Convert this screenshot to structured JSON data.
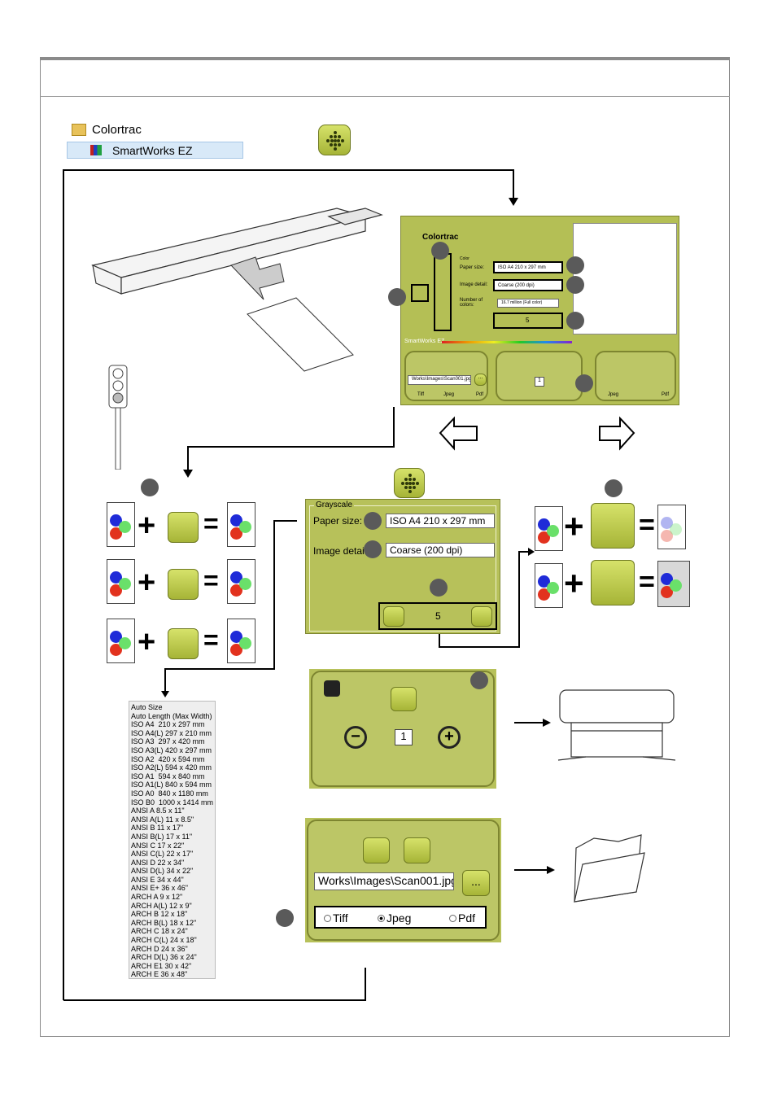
{
  "menu": {
    "folder_label": "Colortrac",
    "app_label": "SmartWorks EZ"
  },
  "app": {
    "brand": "Colortrac",
    "brand_sub": "",
    "product_name": "SmartWorks EZ",
    "color_heading": "Color",
    "paper_size_label": "Paper size:",
    "paper_size_value": "ISO A4  210 x 297 mm",
    "image_detail_label": "Image detail:",
    "image_detail_value": "Coarse (200 dpi)",
    "num_colors_label": "Number of colors:",
    "num_colors_value": "16.7 million (Full color)",
    "brightness_value": "5",
    "file_path": "Works\\Images\\Scan001.jpg",
    "browse": "...",
    "fmt_tiff": "Tiff",
    "fmt_jpeg": "Jpeg",
    "fmt_pdf": "Pdf",
    "copies_value": "1",
    "fmt_jpeg_right": "Jpeg",
    "fmt_pdf_right": "Pdf"
  },
  "grayscale": {
    "heading": "Grayscale",
    "paper_size_label": "Paper size:",
    "paper_size_value": "ISO A4  210 x 297 mm",
    "image_detail_label": "Image detail:",
    "image_detail_value": "Coarse (200 dpi)",
    "brightness_value": "5"
  },
  "copy_panel": {
    "copies_value": "1"
  },
  "file_panel": {
    "file_path": "Works\\Images\\Scan001.jpg",
    "browse": "...",
    "fmt_tiff": "Tiff",
    "fmt_jpeg": "Jpeg",
    "fmt_pdf": "Pdf"
  },
  "paper_list": [
    "Auto Size",
    "Auto Length (Max Width)",
    "ISO A4  210 x 297 mm",
    "ISO A4(L) 297 x 210 mm",
    "ISO A3  297 x 420 mm",
    "ISO A3(L) 420 x 297 mm",
    "ISO A2  420 x 594 mm",
    "ISO A2(L) 594 x 420 mm",
    "ISO A1  594 x 840 mm",
    "ISO A1(L) 840 x 594 mm",
    "ISO A0  840 x 1180 mm",
    "ISO B0  1000 x 1414 mm",
    "ANSI A 8.5 x 11\"",
    "ANSI A(L) 11 x 8.5\"",
    "ANSI B 11 x 17\"",
    "ANSI B(L) 17 x 11\"",
    "ANSI C 17 x 22\"",
    "ANSI C(L) 22 x 17\"",
    "ANSI D 22 x 34\"",
    "ANSI D(L) 34 x 22\"",
    "ANSI E 34 x 44\"",
    "ANSI E+ 36 x 46\"",
    "ARCH A 9 x 12\"",
    "ARCH A(L) 12 x 9\"",
    "ARCH B 12 x 18\"",
    "ARCH B(L) 18 x 12\"",
    "ARCH C 18 x 24\"",
    "ARCH C(L) 24 x 18\"",
    "ARCH D 24 x 36\"",
    "ARCH D(L) 36 x 24\"",
    "ARCH E1 30 x 42\"",
    "ARCH E 36 x 48\""
  ],
  "signs": {
    "plus": "+",
    "equals": "="
  },
  "colors": {
    "olive": "#b7c15a",
    "button_green": "#c6d24f",
    "dot_blue": "#1f2bd8",
    "dot_red": "#e2321e",
    "dot_green": "#6ae06a"
  }
}
